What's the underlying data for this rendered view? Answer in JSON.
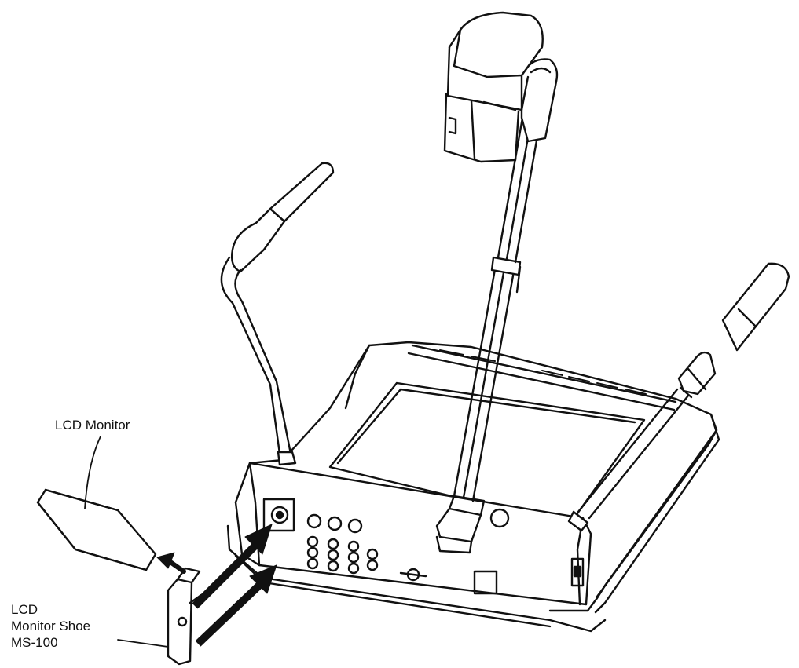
{
  "labels": {
    "lcd_monitor": "LCD Monitor",
    "shoe_line1": "LCD",
    "shoe_line2": "Monitor Shoe",
    "shoe_line3": "MS-100"
  },
  "colors": {
    "ink": "#111111",
    "paper": "#ffffff"
  }
}
